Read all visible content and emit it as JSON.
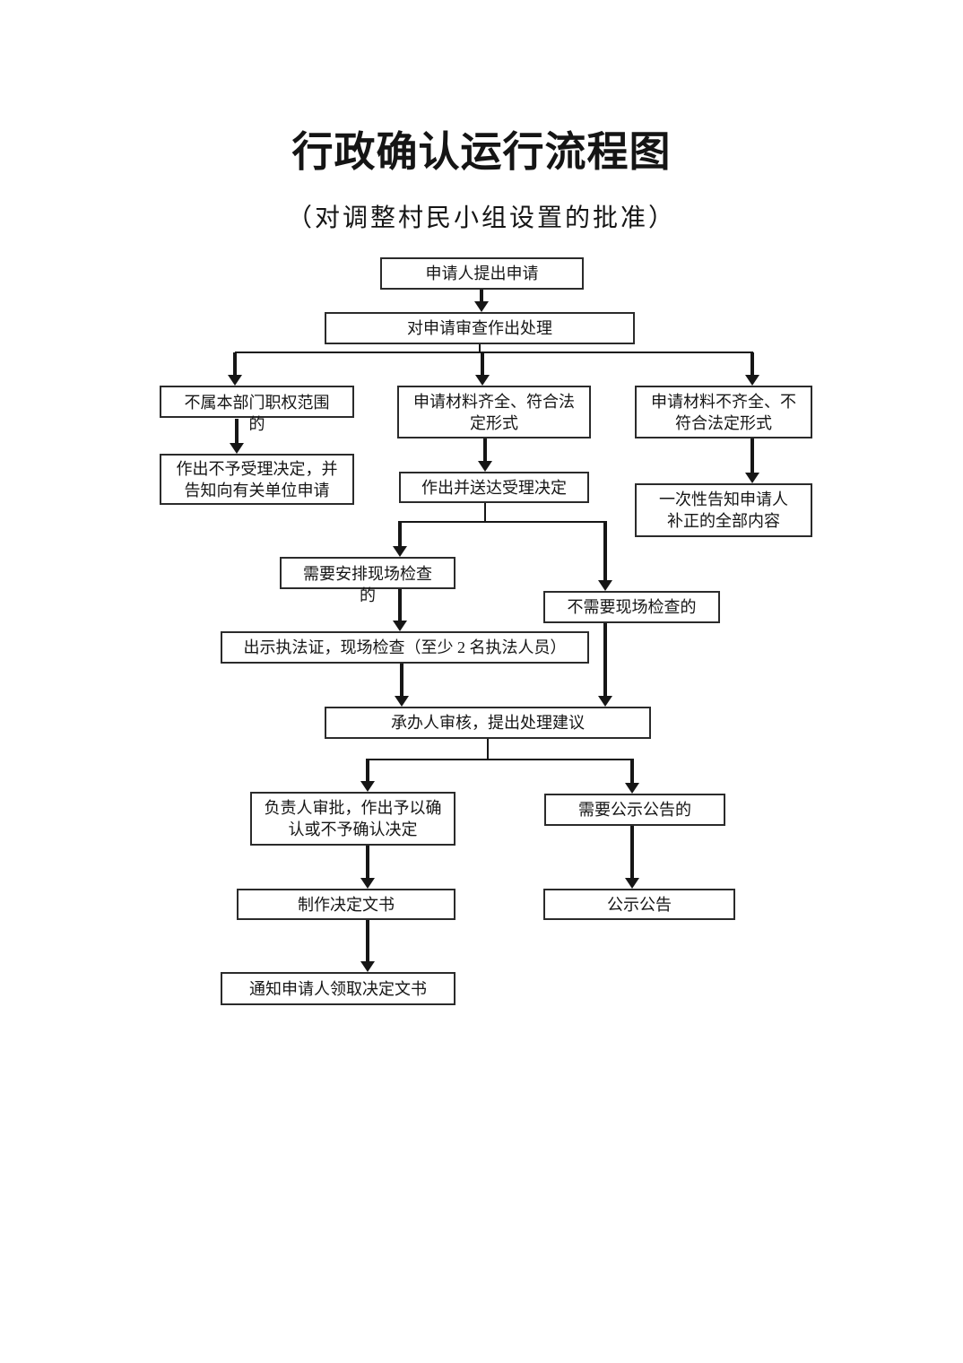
{
  "page": {
    "title": "行政确认运行流程图",
    "subtitle": "（对调整村民小组设置的批准）"
  },
  "colors": {
    "ink": "#161616",
    "box_border": "#2b2b2b",
    "background": "#ffffff"
  },
  "nodes": {
    "submit": {
      "label": "申请人提出申请"
    },
    "review": {
      "label": "对申请审查作出处理"
    },
    "outside_scope": {
      "label": "不属本部门职权范围\n的"
    },
    "complete": {
      "label": "申请材料齐全、符合法\n定形式"
    },
    "incomplete": {
      "label": "申请材料不齐全、不\n符合法定形式"
    },
    "reject": {
      "label": "作出不予受理决定，并\n告知向有关单位申请"
    },
    "accept": {
      "label": "作出并送达受理决定"
    },
    "correct": {
      "label": "一次性告知申请人\n补正的全部内容"
    },
    "inspect_yes": {
      "label": "需要安排现场检查\n的"
    },
    "inspect_no": {
      "label": "不需要现场检查的"
    },
    "onsite": {
      "label": "出示执法证，现场检查（至少 2 名执法人员）"
    },
    "undertaker": {
      "label": "承办人审核，提出处理建议"
    },
    "approval": {
      "label": "负责人审批，作出予以确\n认或不予确认决定"
    },
    "publicity_needed": {
      "label": "需要公示公告的"
    },
    "make_doc": {
      "label": "制作决定文书"
    },
    "announce": {
      "label": "公示公告"
    },
    "notify": {
      "label": "通知申请人领取决定文书"
    }
  }
}
